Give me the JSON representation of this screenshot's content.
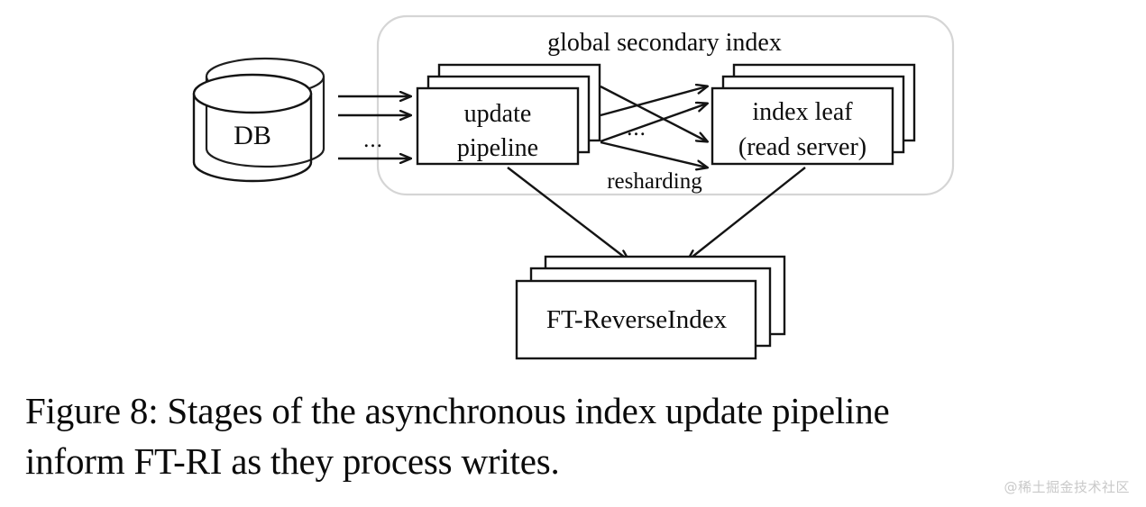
{
  "figure": {
    "container_label": "global secondary index",
    "nodes": {
      "db": "DB",
      "update_pipeline_line1": "update",
      "update_pipeline_line2": "pipeline",
      "index_leaf_line1": "index leaf",
      "index_leaf_line2": "(read server)",
      "ft_reverse_index": "FT-ReverseIndex"
    },
    "edge_labels": {
      "resharding": "resharding",
      "db_ellipsis": "...",
      "reshard_ellipsis": "..."
    },
    "colors": {
      "stroke": "#141414",
      "container_border": "#d5d5d5",
      "background": "#ffffff",
      "text": "#0d0d0d",
      "watermark": "#c9c9c9"
    }
  },
  "caption": {
    "line1": "Figure 8: Stages of the asynchronous index update pipeline",
    "line2": "inform FT-RI as they process writes."
  },
  "watermark": {
    "text": "@稀土掘金技术社区"
  }
}
